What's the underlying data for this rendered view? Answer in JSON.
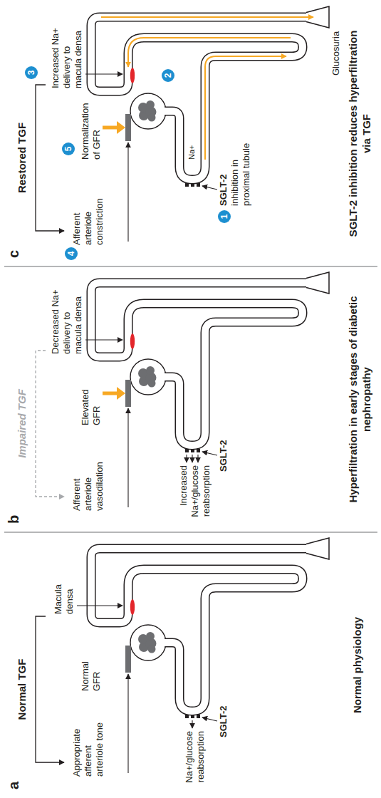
{
  "diagram": {
    "nodes": [
      {
        "text": [
          "1"
        ]
      },
      {
        "text": [
          "2"
        ]
      },
      {
        "text": [
          "3"
        ]
      },
      {
        "text": [
          "4"
        ]
      },
      {
        "text": [
          "5"
        ]
      }
    ],
    "labels": [
      "a",
      "Normal TGF",
      "Appropriate afferent arteriole tone",
      "Normal GFR",
      "Macula densa",
      "Na+/glucose reabsorption",
      "SGLT-2",
      "Normal physiology",
      "b",
      "Impaired TGF",
      "Afferent arteriole vasodilation",
      "Elevated GFR",
      "Decreased Na+ delivery to macula densa",
      "Increased Na+/glucose reabsorption",
      "SGLT-2",
      "Hyperfiltration in early stages of diabetic nephropathy",
      "c",
      "Restored TGF",
      "Afferent arteriole constriction",
      "Normalization of GFR",
      "Increased Na+ delivery to macula densa",
      "Na+",
      "SGLT-2",
      "inhibition in proximal tubule",
      "Glucosuria",
      "SGLT-2 inhibition reduces hyperfiltration via TGF"
    ]
  }
}
